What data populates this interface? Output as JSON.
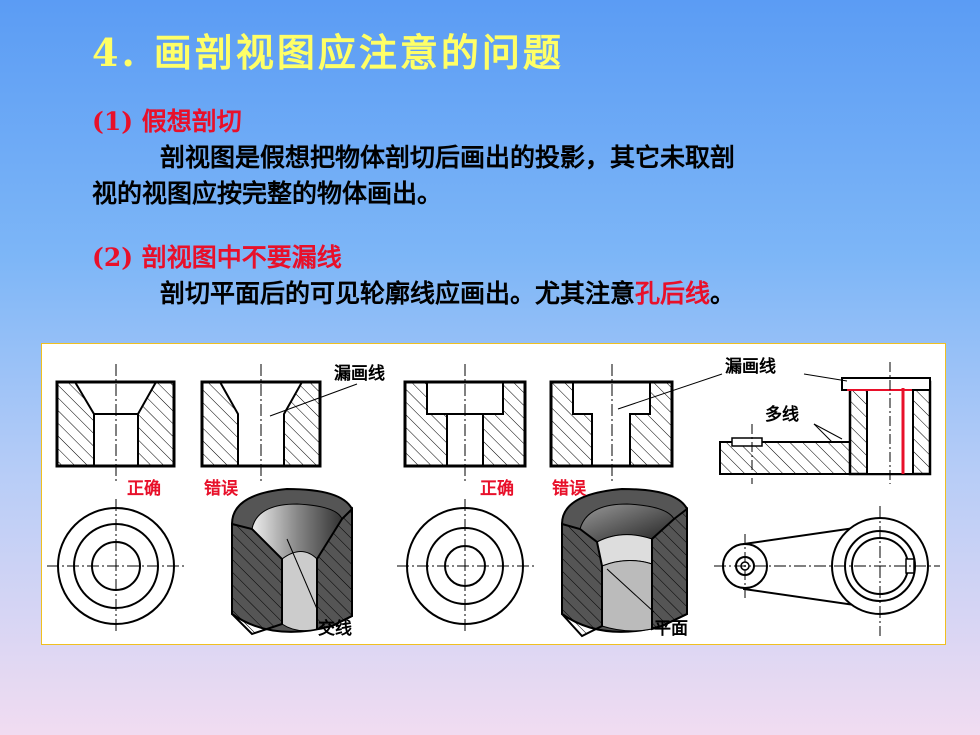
{
  "title": "4. 画剖视图应注意的问题",
  "section1": {
    "heading": "(1) 假想剖切",
    "text_line1": "剖视图是假想把物体剖切后画出的投影，其它未取剖",
    "text_line2": "视的视图应按完整的物体画出。"
  },
  "section2": {
    "heading": "(2) 剖视图中不要漏线",
    "text_main": "剖切平面后的可见轮廓线应画出。尤其注意",
    "text_highlight": "孔后线",
    "text_end": "。"
  },
  "figure": {
    "labels": {
      "missing_line_1": "漏画线",
      "missing_line_2": "漏画线",
      "extra_line": "多线",
      "correct_1": "正确",
      "wrong_1": "错误",
      "correct_2": "正确",
      "wrong_2": "错误",
      "intersect_line": "交线",
      "plane": "平面"
    },
    "colors": {
      "label_red": "#e8102a",
      "highlight_line": "#e8102a",
      "title": "#ffff66"
    }
  }
}
